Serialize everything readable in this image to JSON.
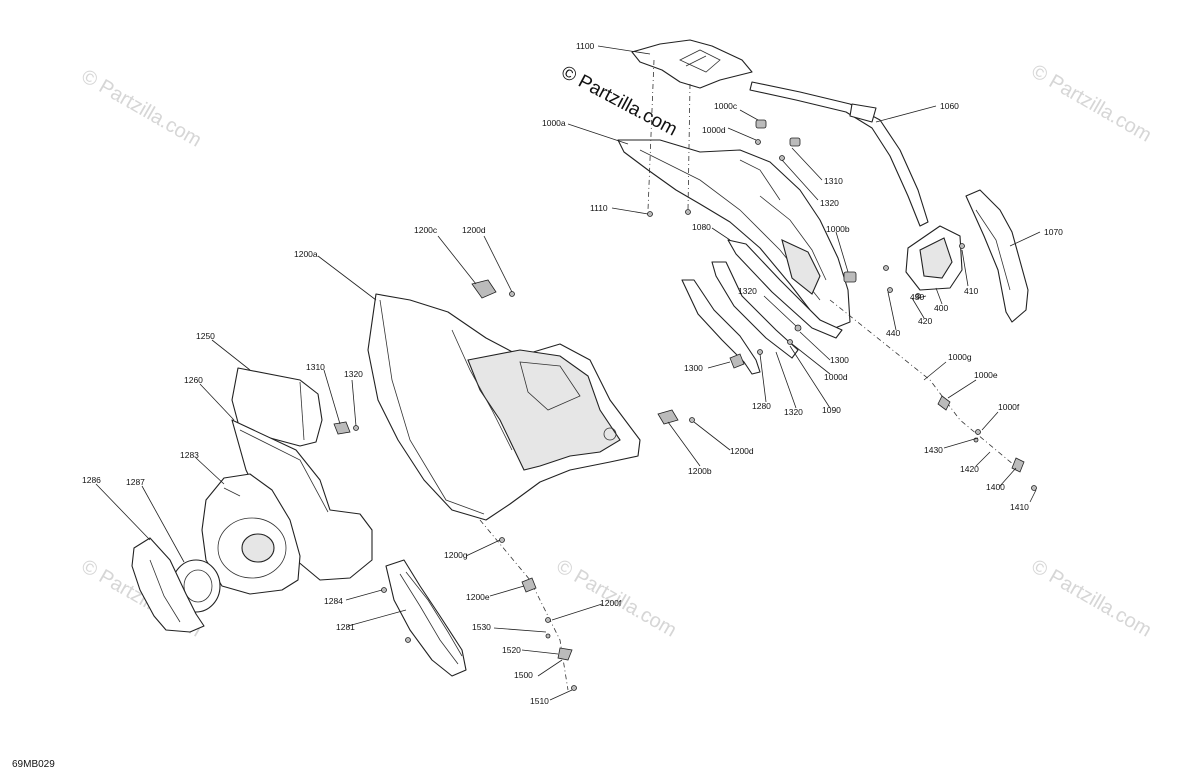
{
  "diagram_code": "69MB029",
  "watermark_main": "© Partzilla.com",
  "watermark_small": "© Partzilla.com",
  "callouts": [
    {
      "id": "c1100",
      "label": "1100"
    },
    {
      "id": "c1060",
      "label": "1060"
    },
    {
      "id": "c1000c",
      "label": "1000c"
    },
    {
      "id": "c1000d_top",
      "label": "1000d"
    },
    {
      "id": "c1000a",
      "label": "1000a"
    },
    {
      "id": "c1310_top",
      "label": "1310"
    },
    {
      "id": "c1320_top",
      "label": "1320"
    },
    {
      "id": "c1110",
      "label": "1110"
    },
    {
      "id": "c1080",
      "label": "1080"
    },
    {
      "id": "c1000b",
      "label": "1000b"
    },
    {
      "id": "c1070",
      "label": "1070"
    },
    {
      "id": "c1200c",
      "label": "1200c"
    },
    {
      "id": "c1200d_top",
      "label": "1200d"
    },
    {
      "id": "c1200a",
      "label": "1200a"
    },
    {
      "id": "c410",
      "label": "410"
    },
    {
      "id": "c430",
      "label": "430"
    },
    {
      "id": "c400",
      "label": "400"
    },
    {
      "id": "c420",
      "label": "420"
    },
    {
      "id": "c440",
      "label": "440"
    },
    {
      "id": "c1320_mid",
      "label": "1320"
    },
    {
      "id": "c1300_right",
      "label": "1300"
    },
    {
      "id": "c1000d_mid",
      "label": "1000d"
    },
    {
      "id": "c1300_left",
      "label": "1300"
    },
    {
      "id": "c1280",
      "label": "1280"
    },
    {
      "id": "c1320_low",
      "label": "1320"
    },
    {
      "id": "c1090",
      "label": "1090"
    },
    {
      "id": "c1000g",
      "label": "1000g"
    },
    {
      "id": "c1000e",
      "label": "1000e"
    },
    {
      "id": "c1000f",
      "label": "1000f"
    },
    {
      "id": "c1430",
      "label": "1430"
    },
    {
      "id": "c1420",
      "label": "1420"
    },
    {
      "id": "c1400",
      "label": "1400"
    },
    {
      "id": "c1410",
      "label": "1410"
    },
    {
      "id": "c1250",
      "label": "1250"
    },
    {
      "id": "c1310_left",
      "label": "1310"
    },
    {
      "id": "c1320_left",
      "label": "1320"
    },
    {
      "id": "c1260",
      "label": "1260"
    },
    {
      "id": "c1200d_low",
      "label": "1200d"
    },
    {
      "id": "c1200b",
      "label": "1200b"
    },
    {
      "id": "c1283",
      "label": "1283"
    },
    {
      "id": "c1286",
      "label": "1286"
    },
    {
      "id": "c1287",
      "label": "1287"
    },
    {
      "id": "c1200g",
      "label": "1200g"
    },
    {
      "id": "c1200e",
      "label": "1200e"
    },
    {
      "id": "c1200f",
      "label": "1200f"
    },
    {
      "id": "c1284",
      "label": "1284"
    },
    {
      "id": "c1281",
      "label": "1281"
    },
    {
      "id": "c1530",
      "label": "1530"
    },
    {
      "id": "c1520",
      "label": "1520"
    },
    {
      "id": "c1500",
      "label": "1500"
    },
    {
      "id": "c1510",
      "label": "1510"
    }
  ]
}
